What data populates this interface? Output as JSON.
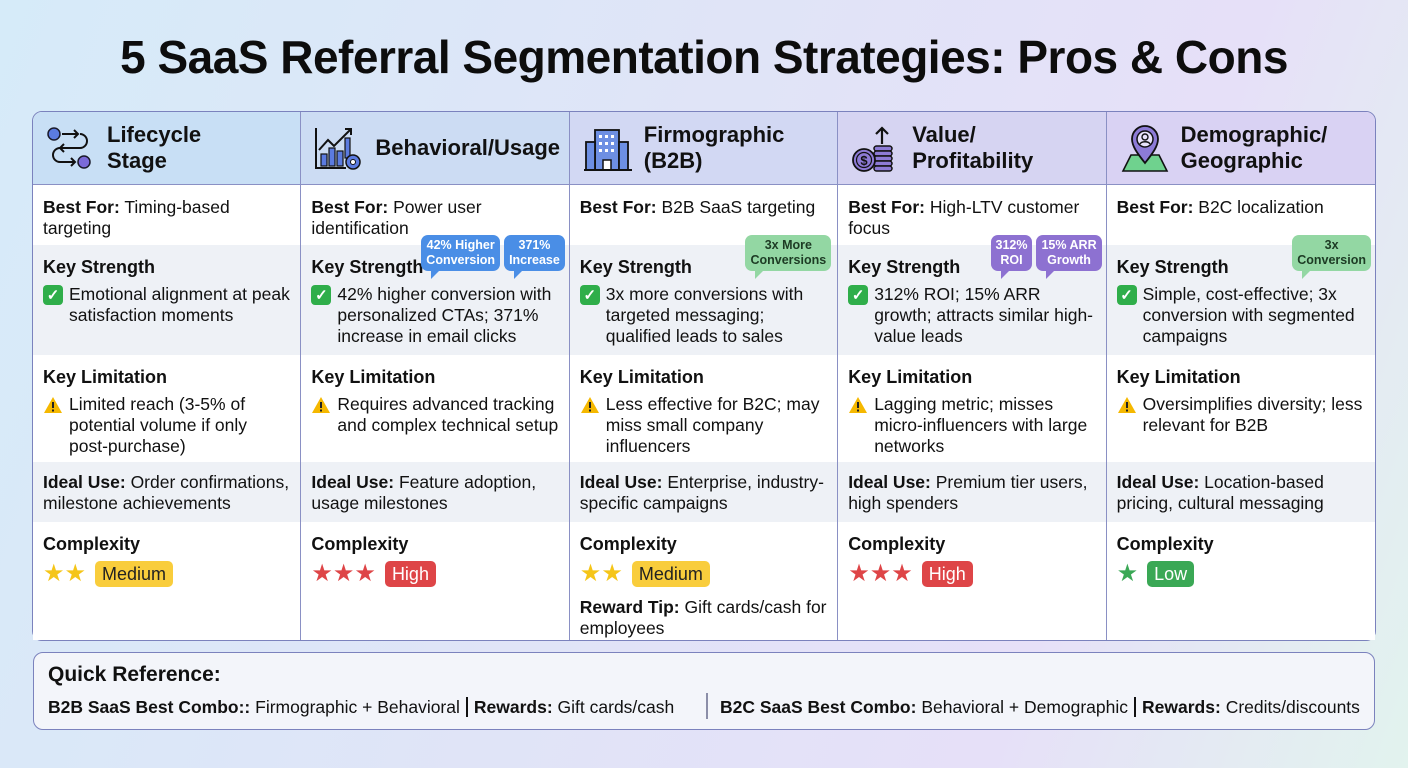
{
  "title": "5 SaaS Referral Segmentation Strategies: Pros & Cons",
  "labels": {
    "best_for": "Best For:",
    "key_strength": "Key Strength",
    "key_limitation": "Key Limitation",
    "ideal_use": "Ideal Use:",
    "complexity": "Complexity",
    "reward_tip": "Reward Tip:"
  },
  "columns": [
    {
      "title_line1": "Lifecycle",
      "title_line2": "Stage",
      "icon": "lifecycle-flow-icon",
      "best_for": "Timing-based targeting",
      "strength": "Emotional alignment at peak satisfaction moments",
      "bubbles": [],
      "limitation": "Limited reach (3-5% of potential volume if only post-purchase)",
      "ideal_use": "Order confirmations, milestone achievements",
      "complexity_stars": "★★",
      "complexity_level": "Medium",
      "complexity_color": "#f5c518"
    },
    {
      "title_line1": "Behavioral/Usage",
      "title_line2": "",
      "icon": "analytics-gear-icon",
      "best_for": "Power user identification",
      "strength": "42% higher conversion with personalized CTAs; 371% increase in email clicks",
      "bubbles": [
        {
          "line1": "42% Higher",
          "line2": "Conversion"
        },
        {
          "line1": "371%",
          "line2": "Increase"
        }
      ],
      "limitation": "Requires advanced tracking and complex technical setup",
      "ideal_use": "Feature adoption, usage milestones",
      "complexity_stars": "★★★",
      "complexity_level": "High",
      "complexity_color": "#de4547"
    },
    {
      "title_line1": "Firmographic",
      "title_line2": "(B2B)",
      "icon": "office-building-icon",
      "best_for": "B2B SaaS targeting",
      "strength": "3x more conversions with targeted messaging; qualified leads to sales",
      "bubbles": [
        {
          "line1": "3x More",
          "line2": "Conversions"
        }
      ],
      "limitation": "Less effective for B2C; may miss small company influencers",
      "ideal_use": "Enterprise, industry-specific campaigns",
      "complexity_stars": "★★",
      "complexity_level": "Medium",
      "complexity_color": "#f5c518",
      "reward_tip": "Gift cards/cash for employees"
    },
    {
      "title_line1": "Value/",
      "title_line2": "Profitability",
      "icon": "coin-stack-icon",
      "best_for": "High-LTV customer focus",
      "strength": "312% ROI; 15% ARR growth; attracts similar high-value leads",
      "bubbles": [
        {
          "line1": "312%",
          "line2": "ROI"
        },
        {
          "line1": "15% ARR",
          "line2": "Growth"
        }
      ],
      "limitation": "Lagging metric; misses micro-influencers with large networks",
      "ideal_use": "Premium tier users, high spenders",
      "complexity_stars": "★★★",
      "complexity_level": "High",
      "complexity_color": "#de4547"
    },
    {
      "title_line1": "Demographic/",
      "title_line2": "Geographic",
      "icon": "map-pin-icon",
      "best_for": "B2C localization",
      "strength": "Simple, cost-effective; 3x conversion with segmented campaigns",
      "bubbles": [
        {
          "line1": "3x",
          "line2": "Conversion"
        }
      ],
      "limitation": "Oversimplifies diversity; less relevant for B2B",
      "ideal_use": "Location-based pricing, cultural messaging",
      "complexity_stars": "★",
      "complexity_level": "Low",
      "complexity_color": "#3aa855"
    }
  ],
  "quick_reference": {
    "title": "Quick Reference:",
    "b2b_label": "B2B SaaS Best Combo::",
    "b2b_value": "Firmographic + Behavioral",
    "b2b_rewards_label": "Rewards:",
    "b2b_rewards_value": "Gift cards/cash",
    "b2c_label": "B2C SaaS Best Combo:",
    "b2c_value": "Behavioral + Demographic",
    "b2c_rewards_label": "Rewards:",
    "b2c_rewards_value": "Credits/discounts"
  },
  "colors": {
    "border": "#7b82bd",
    "check_green": "#2fae4a",
    "warning_yellow": "#f5b800",
    "bubble_blue": "#4a8ee6",
    "bubble_green": "#93d7a3",
    "bubble_purple": "#8d71d1"
  }
}
